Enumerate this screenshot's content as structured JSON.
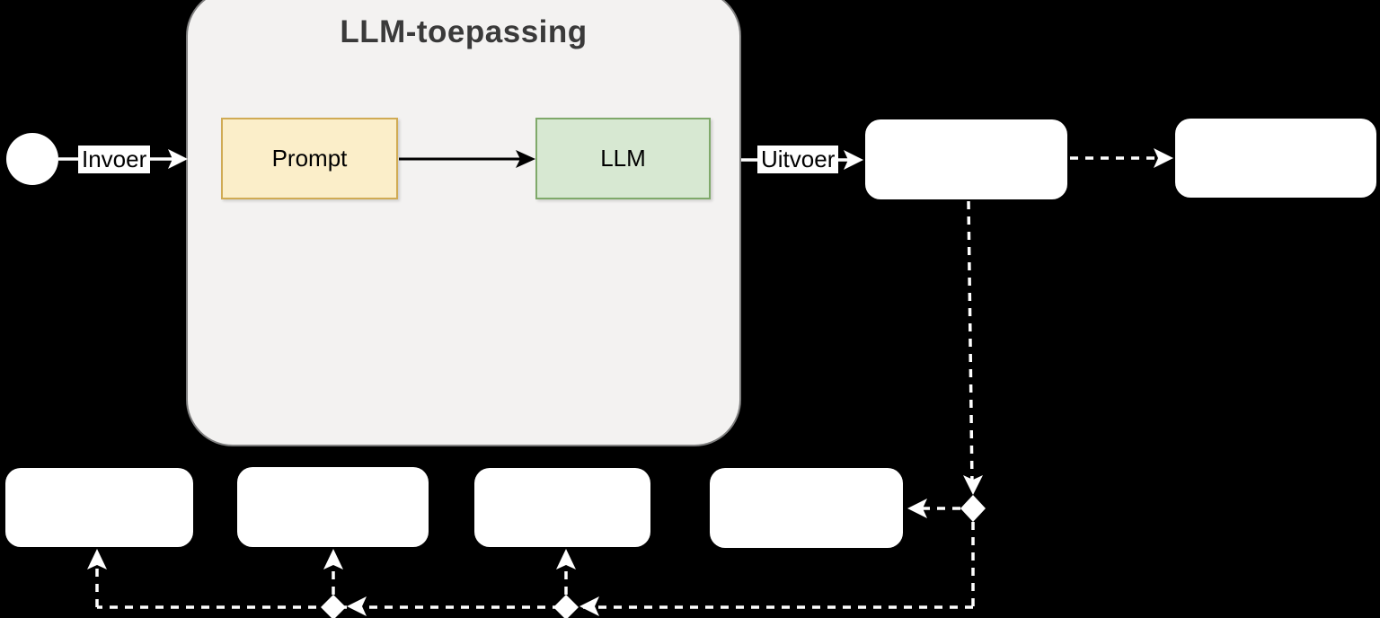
{
  "page": {
    "background_color": "#000000",
    "connector_color": "#ffffff",
    "inner_arrow_color": "#000000"
  },
  "diagram": {
    "container": {
      "title": "LLM-toepassing",
      "fill": "#f3f2f1",
      "border_color": "#7f7f7f",
      "title_color": "#3a3a3a"
    },
    "nodes": {
      "start_circle": {
        "type": "start-event-circle",
        "label": ""
      },
      "prompt": {
        "label": "Prompt",
        "fill": "#fbeec9",
        "border_color": "#d0ab54"
      },
      "llm": {
        "label": "LLM",
        "fill": "#d7e8d2",
        "border_color": "#7fa96a"
      },
      "output_box": {
        "label": "",
        "fill": "#ffffff"
      },
      "top_right_box": {
        "label": "",
        "fill": "#ffffff"
      },
      "bottom_box_1": {
        "label": "",
        "fill": "#ffffff"
      },
      "bottom_box_2": {
        "label": "",
        "fill": "#ffffff"
      },
      "bottom_box_3": {
        "label": "",
        "fill": "#ffffff"
      },
      "bottom_box_4": {
        "label": "",
        "fill": "#ffffff"
      }
    },
    "edge_labels": {
      "input": "Invoer",
      "output": "Uitvoer"
    },
    "edges": [
      {
        "from": "start_circle",
        "to": "container",
        "label": "Invoer",
        "style": "solid-white-arrow"
      },
      {
        "from": "prompt",
        "to": "llm",
        "label": "",
        "style": "solid-black-arrow"
      },
      {
        "from": "container",
        "to": "output_box",
        "label": "Uitvoer",
        "style": "solid-white-arrow"
      },
      {
        "from": "output_box",
        "to": "top_right_box",
        "label": "",
        "style": "dashed-white-arrow"
      },
      {
        "from": "output_box",
        "to": "right_diamond_junction",
        "label": "",
        "style": "dashed-white-arrow"
      },
      {
        "from": "right_diamond_junction",
        "to": "bottom_box_4",
        "label": "",
        "style": "dashed-white-arrow"
      },
      {
        "from": "right_diamond_junction",
        "to": "bottom_rail",
        "label": "",
        "style": "dashed-white"
      },
      {
        "from": "bottom_rail",
        "to": "bottom_box_3",
        "label": "",
        "style": "dashed-white-arrow-via-diamond"
      },
      {
        "from": "bottom_rail",
        "to": "bottom_box_2",
        "label": "",
        "style": "dashed-white-arrow-via-diamond"
      },
      {
        "from": "bottom_rail",
        "to": "bottom_box_1",
        "label": "",
        "style": "dashed-white-arrow"
      }
    ]
  }
}
